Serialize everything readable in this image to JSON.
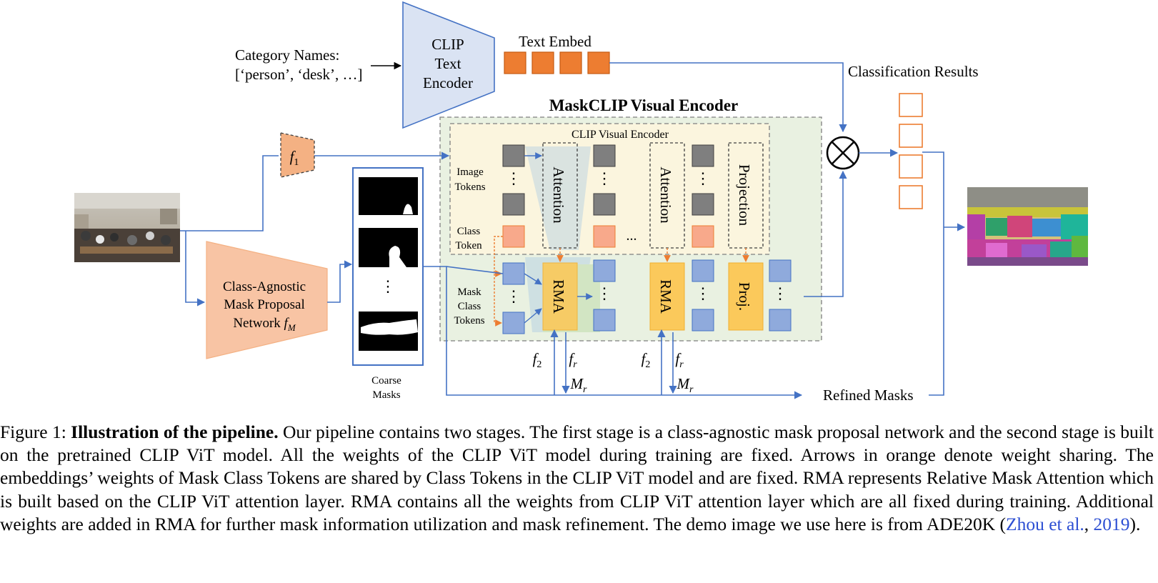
{
  "diagram": {
    "category_names_line1": "Category Names:",
    "category_names_line2": "[‘person’, ‘desk’, …]",
    "text_encoder_line1": "CLIP",
    "text_encoder_line2": "Text",
    "text_encoder_line3": "Encoder",
    "text_embed": "Text Embed",
    "classification_results": "Classification Results",
    "maskclip_title": "MaskCLIP Visual Encoder",
    "clip_visual_encoder": "CLIP Visual Encoder",
    "image_tokens_line1": "Image",
    "image_tokens_line2": "Tokens",
    "class_token_line1": "Class",
    "class_token_line2": "Token",
    "mask_class_tokens_line1": "Mask",
    "mask_class_tokens_line2": "Class",
    "mask_class_tokens_line3": "Tokens",
    "attention": "Attention",
    "projection": "Projection",
    "rma": "RMA",
    "proj": "Proj.",
    "ellipsis_dots": "...",
    "f1": "f",
    "f1_sub": "1",
    "f2": "f",
    "f2_sub": "2",
    "fr": "f",
    "fr_sub": "r",
    "mr": "M",
    "mr_sub": "r",
    "mask_net_line1": "Class-Agnostic",
    "mask_net_line2": "Mask Proposal",
    "mask_net_line3": "Network",
    "mask_net_sym": "f",
    "mask_net_sub": "M",
    "coarse_masks_line1": "Coarse",
    "coarse_masks_line2": "Masks",
    "refined_masks": "Refined Masks",
    "vdots": "⋮"
  },
  "caption": {
    "prefix": "Figure 1: ",
    "bold": "Illustration of the pipeline.",
    "body": " Our pipeline contains two stages. The first stage is a class-agnostic mask proposal network and the second stage is built on the pretrained CLIP ViT model. All the weights of the CLIP ViT model during training are fixed. Arrows in orange denote weight sharing. The embeddings’ weights of Mask Class Tokens are shared by Class Tokens in the CLIP ViT model and are fixed. RMA represents Relative Mask Attention which is built based on the CLIP ViT attention layer. RMA contains all the weights from CLIP ViT attention layer which are all fixed during training. Additional weights are added in RMA for further mask information utilization and mask refinement. The demo image we use here is from ADE20K (",
    "cite_author": "Zhou et al.",
    "cite_sep": ", ",
    "cite_year": "2019",
    "suffix": ")."
  },
  "colors": {
    "blue_line": "#4472c4",
    "orange": "#ed7d31",
    "orange_fill": "#f4b183",
    "text_encoder_fill": "#dae3f3",
    "maskclip_fill": "#e9f1e1",
    "clip_visual_fill": "#fbf5de",
    "rma_fill": "#fbc95b",
    "token_gray": "#7f7f7f",
    "token_blue": "#8faadc",
    "token_salmon": "#f8a98b",
    "citation_blue": "#2d4fd3"
  }
}
